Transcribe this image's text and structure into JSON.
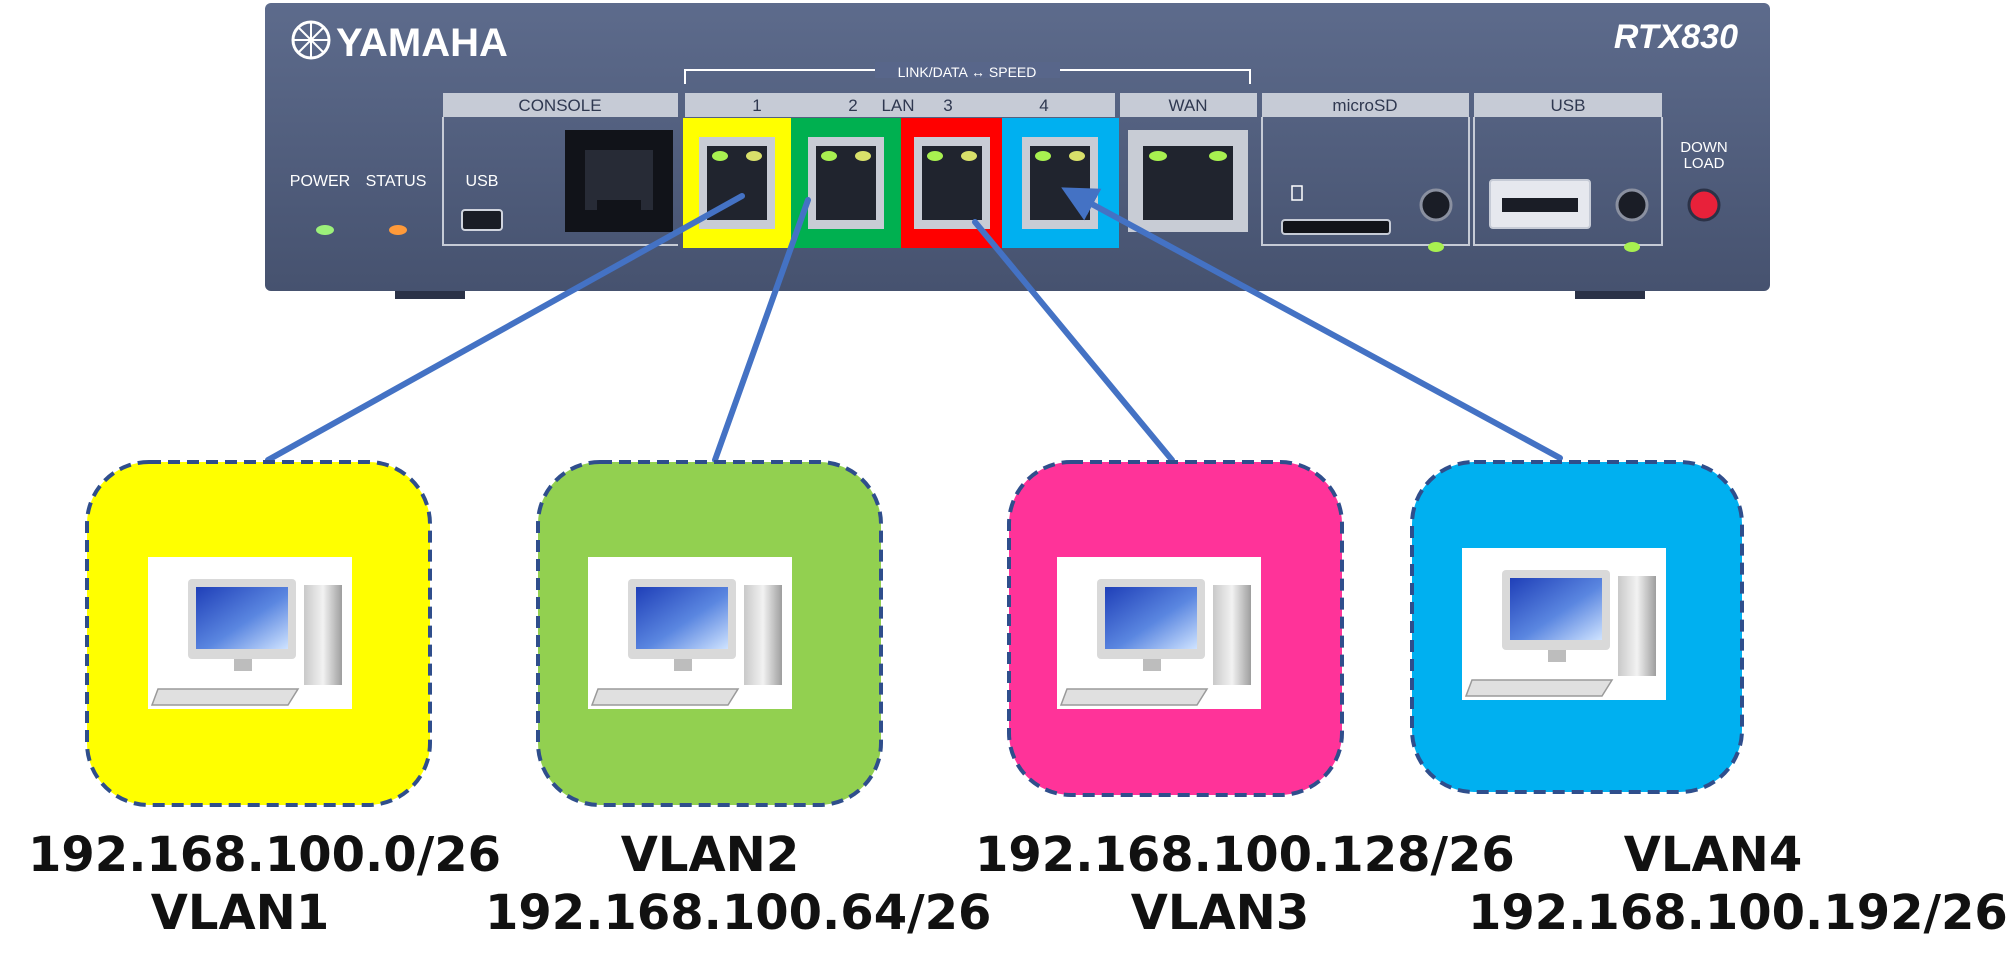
{
  "router": {
    "brand": "YAMAHA",
    "model": "RTX830",
    "link_speed_caption": "LINK/DATA ↔ SPEED",
    "console_label": "CONSOLE",
    "lan_label": "LAN",
    "wan_label": "WAN",
    "microsd_label": "microSD",
    "usb_section_label": "USB",
    "usb_console_label": "USB",
    "power_label": "POWER",
    "status_label": "STATUS",
    "download_label_line1": "DOWN",
    "download_label_line2": "LOAD",
    "port_numbers": [
      "1",
      "2",
      "3",
      "4"
    ],
    "port_colors": [
      "#ffff00",
      "#00b050",
      "#ff0000",
      "#00b0f0"
    ]
  },
  "connector_color": "#4472c4",
  "groups": [
    {
      "fill": "#ffff00",
      "line1": "192.168.100.0/26",
      "line2": "VLAN1"
    },
    {
      "fill": "#92d050",
      "line1": "VLAN2",
      "line2": "192.168.100.64/26"
    },
    {
      "fill": "#ff3399",
      "line1": "192.168.100.128/26",
      "line2": "VLAN3"
    },
    {
      "fill": "#00b0f0",
      "line1": "VLAN4",
      "line2": "192.168.100.192/26"
    }
  ]
}
